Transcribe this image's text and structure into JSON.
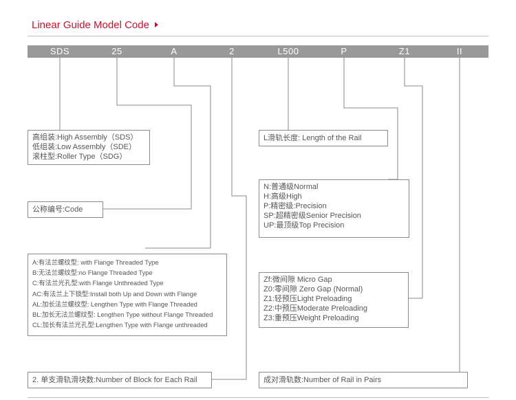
{
  "title": "Linear Guide Model Code",
  "code_segments": [
    "SDS",
    "25",
    "A",
    "2",
    "L500",
    "P",
    "Z1",
    "II"
  ],
  "boxes": {
    "assembly": [
      "高组装:High Assembly（SDS）",
      "低组装:Low Assembly（SDE）",
      "滚柱型:Roller Type（SDG）"
    ],
    "code": "公称编号:Code",
    "flange": [
      "A:有法兰螺纹型: with Flange Threaded Type",
      "B:无法兰螺纹型:no Flange Threaded Type",
      "C:有法兰光孔型:with Flange Unthreaded Type",
      "AC:有法兰上下锁型:Install both Up and Down with Flange",
      "AL:加长法兰螺纹型: Lengthen Type with Flange Threaded",
      "BL:加长无法兰螺纹型: Lengthen Type without Flange Threaded",
      "CL:加长有法兰光孔型:Lengthen Type with Flange unthreaded"
    ],
    "blocks": "2. 单支滑轨滑块数:Number of Block for Each Rail",
    "rail_length": "L滑轨长度: Length of the Rail",
    "precision": [
      "N:普通级Normal",
      "H:高级High",
      "P:精密级:Precision",
      "SP:超精密级Senior Precision",
      "UP:最顶级Top Precision"
    ],
    "preload": [
      "Zf:微间隙 Micro Gap",
      "Z0:零间隙 Zero Gap (Normal)",
      "Z1:轻预压Light Preloading",
      "Z2:中预压Moderate Preloading",
      "Z3:重预压Weight Preloading"
    ],
    "pairs": "成对滑轨数:Number of Rail in Pairs"
  },
  "colors": {
    "accent": "#c8102e",
    "bar": "#999999",
    "line": "#8a8a8a",
    "text": "#555555"
  }
}
